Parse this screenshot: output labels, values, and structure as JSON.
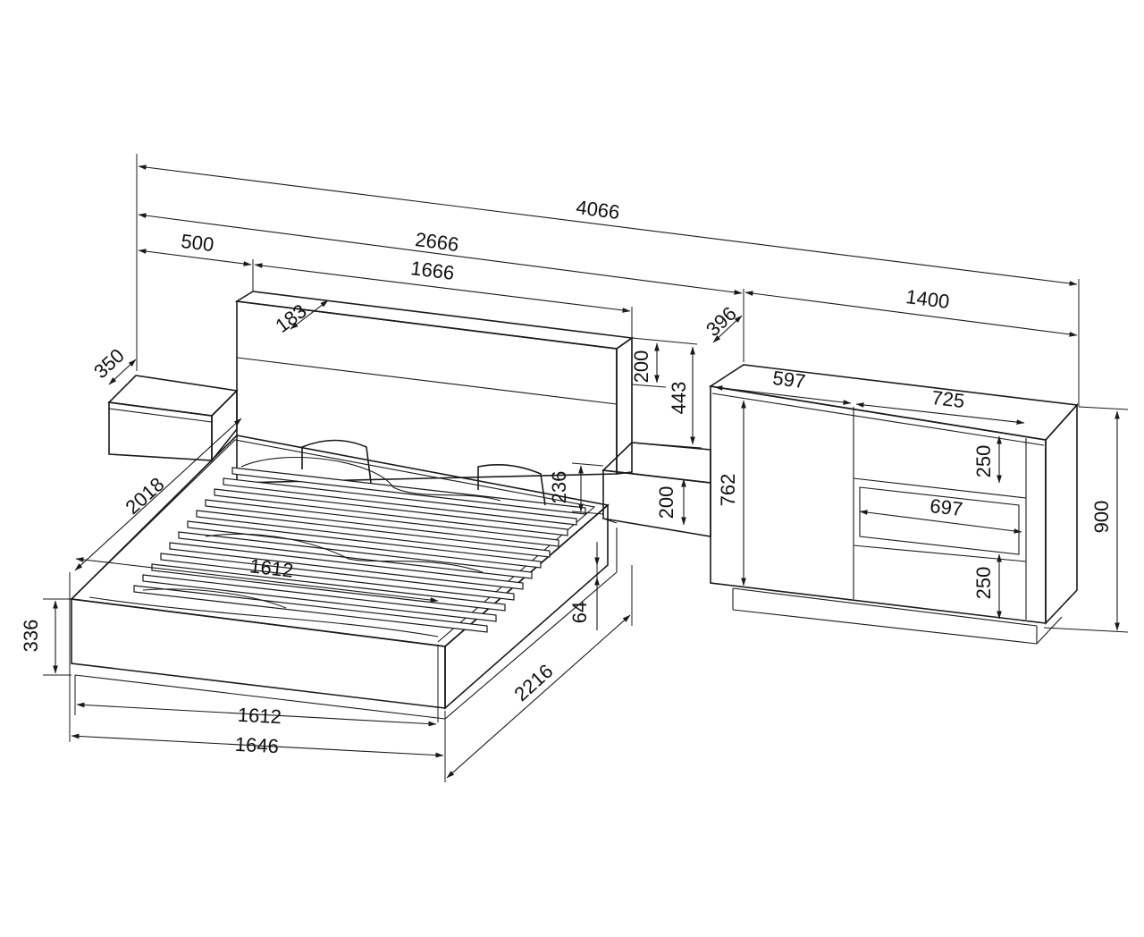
{
  "colors": {
    "line": "#1a1a1a",
    "background": "#ffffff"
  },
  "dimensions": {
    "total_width": "4066",
    "bed_with_nightstands": "2666",
    "nightstand_left_width": "500",
    "headboard_width": "1666",
    "headboard_depth": "183",
    "nightstand_left_depth": "350",
    "bed_length_inner": "2018",
    "mattress_width": "1612",
    "bed_frame_height": "336",
    "bed_inner_width": "1612",
    "bed_outer_width": "1646",
    "bed_outer_length": "2216",
    "bed_leg_height": "64",
    "panel_height": "200",
    "headboard_height": "443",
    "nightstand_floor_clearance": "236",
    "nightstand_right_height": "200",
    "sideboard_depth": "396",
    "sideboard_width": "1400",
    "sideboard_left_section": "597",
    "sideboard_right_section": "725",
    "sideboard_door_height": "762",
    "drawer_top_height": "250",
    "open_shelf_width": "697",
    "drawer_bottom_height": "250",
    "sideboard_height": "900"
  }
}
